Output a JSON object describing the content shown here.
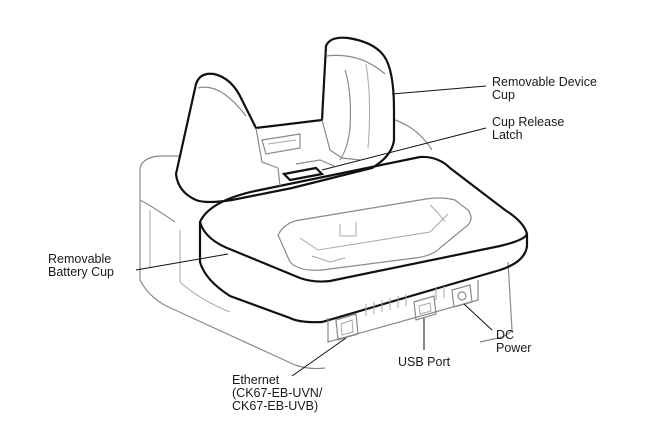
{
  "labels": {
    "device_cup": "Removable Device\nCup",
    "release_latch": "Cup Release\nLatch",
    "battery_cup": "Removable\nBattery Cup",
    "ethernet": "Ethernet\n(CK67-EB-UVN/\nCK67-EB-UVB)",
    "usb_port": "USB Port",
    "dc_power": "DC\nPower"
  },
  "icons": [
    "ethernet-port-icon",
    "usb-port-icon",
    "dc-power-jack-icon"
  ],
  "colors": {
    "outline": "#111111",
    "detail": "#8a8a8a"
  }
}
